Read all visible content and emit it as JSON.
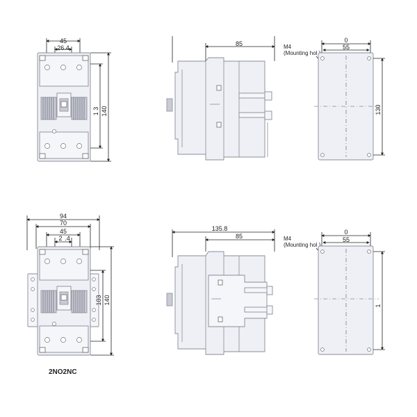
{
  "top": {
    "front": {
      "width_total": "45",
      "width_inner": "26.4",
      "height_mid": "1 3",
      "height_total": "140"
    },
    "side": {
      "depth": "85"
    },
    "mount": {
      "thread": "M4",
      "note": "(Mounting hol )",
      "top_dim": "0",
      "spacing": "55",
      "height": "130"
    }
  },
  "bottom": {
    "front": {
      "width_outer": "94",
      "width_mid": "70",
      "width_inner": "45",
      "inner_left": "2",
      "inner_right": ".4",
      "height_mid": "103",
      "height_total": "140"
    },
    "side": {
      "depth_total": "135.8",
      "depth": "85"
    },
    "mount": {
      "thread": "M4",
      "note": "(Mounting hol )",
      "top_dim": "0",
      "spacing": "55",
      "height": "1"
    },
    "caption": "2NO2NC"
  }
}
